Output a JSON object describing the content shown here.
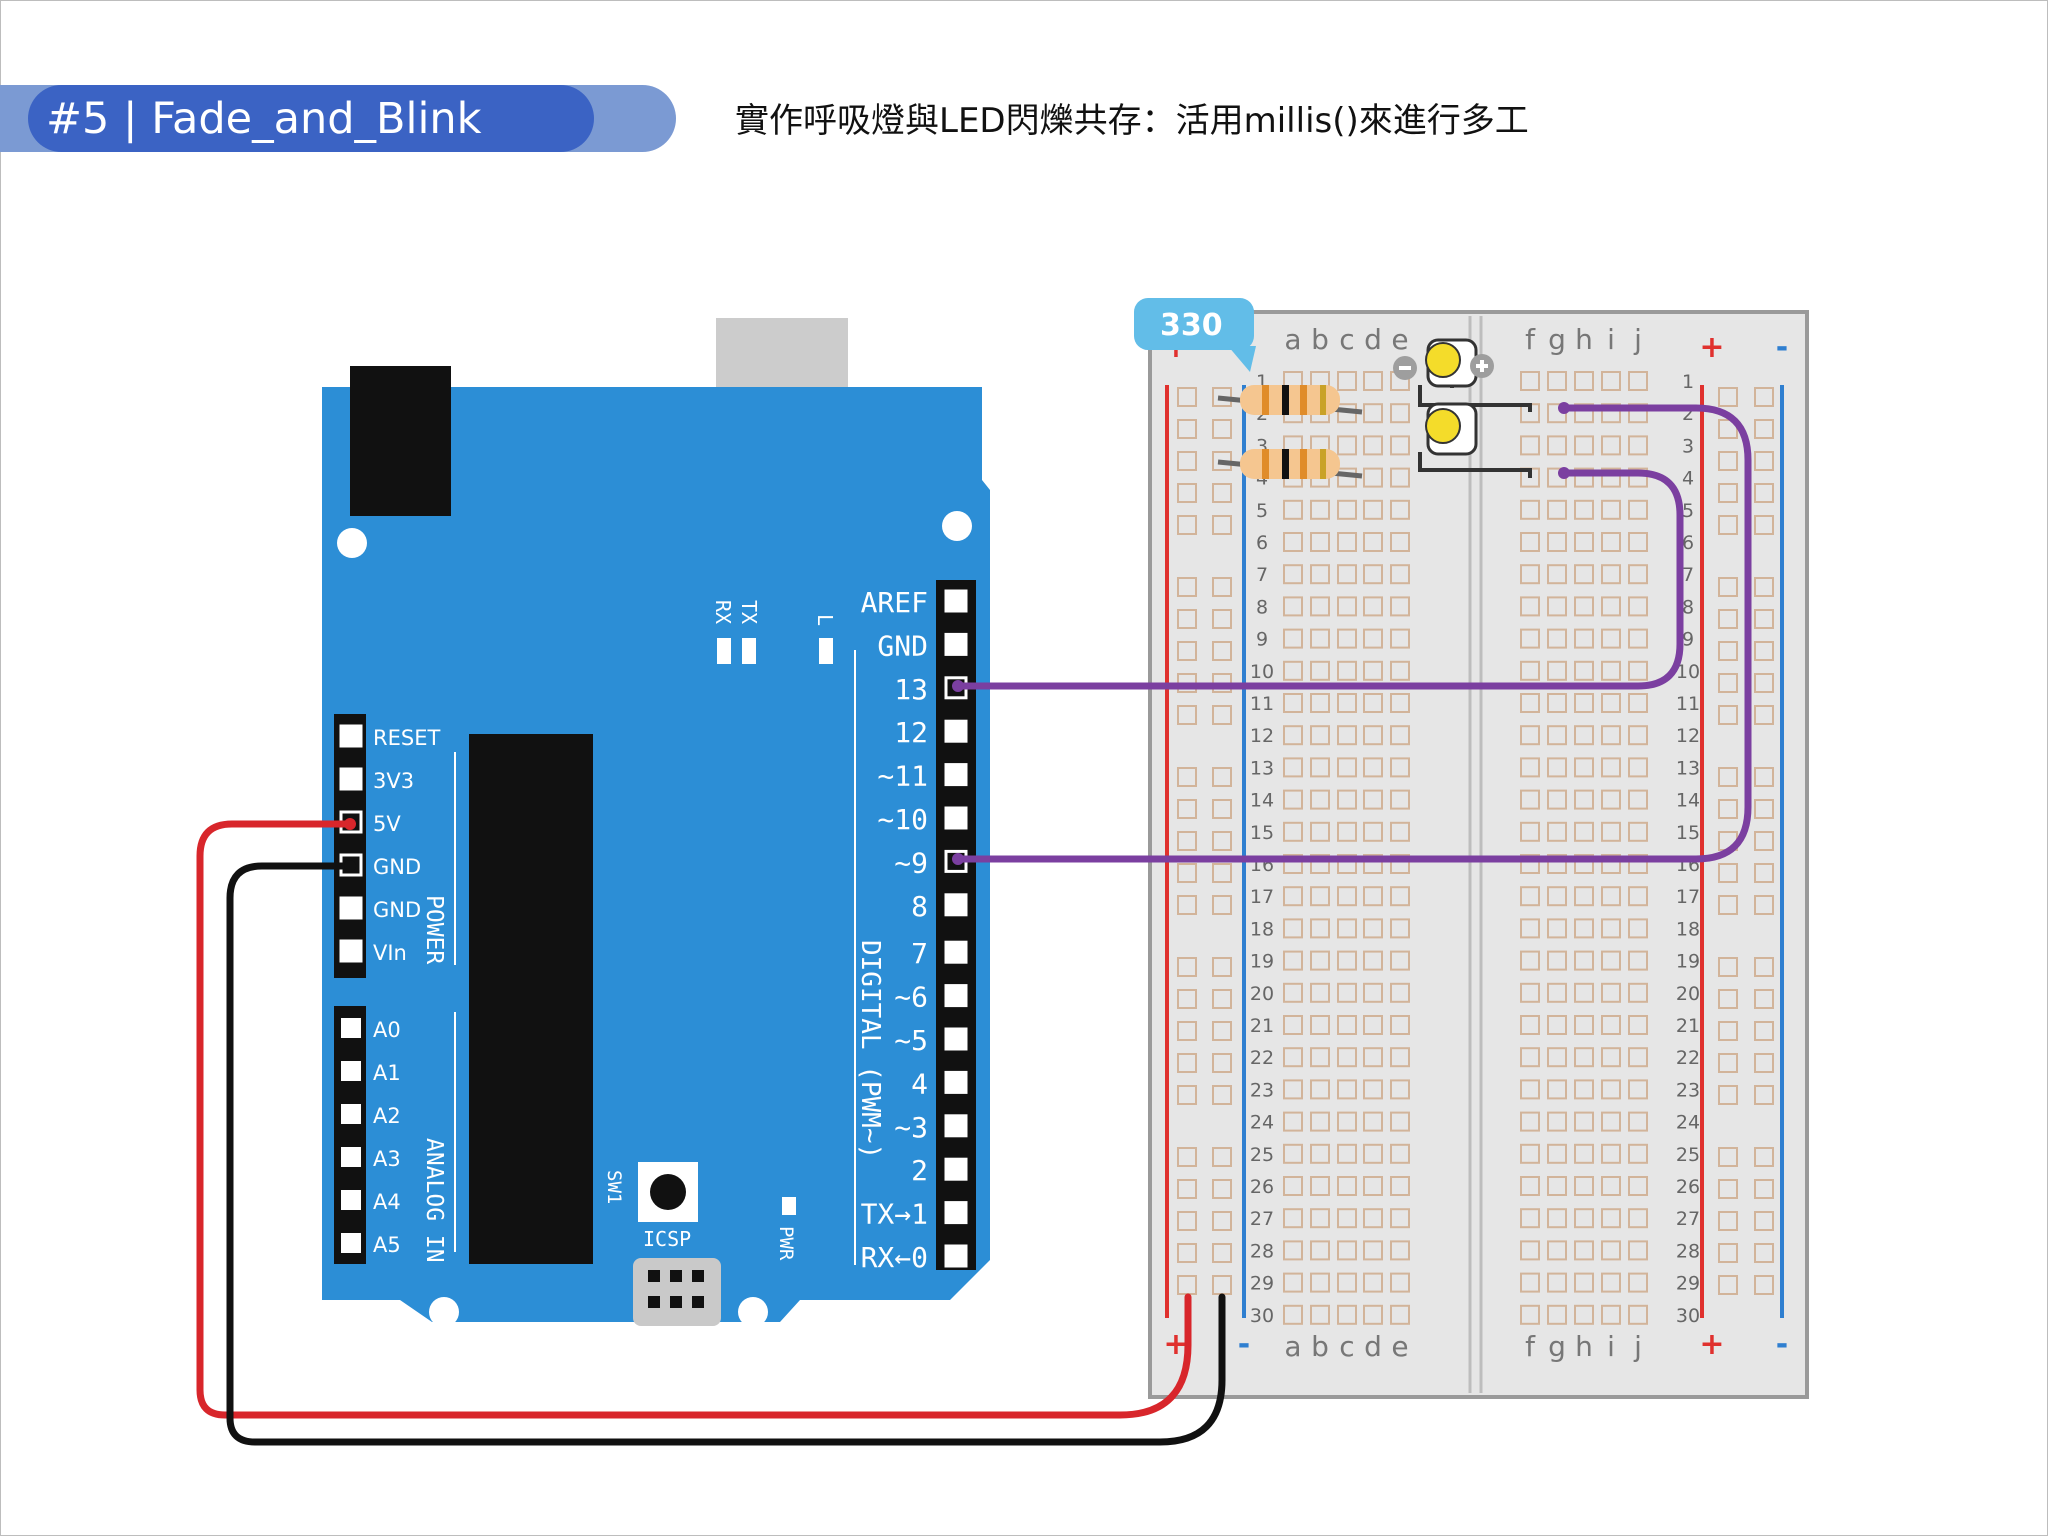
{
  "header": {
    "section_title": "#5 | Fade_and_Blink",
    "subtitle": "實作呼吸燈與LED閃爍共存：活用millis()來進行多工"
  },
  "colors": {
    "board_blue": "#2c8ed6",
    "wire_purple": "#7b3fa0",
    "wire_red": "#d8262b",
    "wire_black": "#111111",
    "rail_red": "#e0312e",
    "rail_blue": "#2f7fd0",
    "led_yellow": "#f4dc2a",
    "label_bubble": "#62bde8"
  },
  "arduino": {
    "digital_pins": [
      "AREF",
      "GND",
      "13",
      "12",
      "~11",
      "~10",
      "~9",
      "8",
      "7",
      "~6",
      "~5",
      "4",
      "~3",
      "2",
      "TX→1",
      "RX←0"
    ],
    "power_pins": [
      "RESET",
      "3V3",
      "5V",
      "GND",
      "GND",
      "VIn"
    ],
    "analog_pins": [
      "A0",
      "A1",
      "A2",
      "A3",
      "A4",
      "A5"
    ],
    "digital_caption": "DIGITAL (PWM~)",
    "power_caption": "POWER",
    "analog_caption": "ANALOG IN",
    "tx_label": "TX",
    "rx_label": "RX",
    "l_label": "L",
    "sw_label": "SW1",
    "icsp_label": "ICSP",
    "pwr_label": "PWR"
  },
  "breadboard": {
    "cols_left": [
      "a",
      "b",
      "c",
      "d",
      "e"
    ],
    "cols_right": [
      "f",
      "g",
      "h",
      "i",
      "j"
    ],
    "row_count": 30,
    "plus": "+",
    "minus": "-",
    "resistor_label": "330"
  }
}
